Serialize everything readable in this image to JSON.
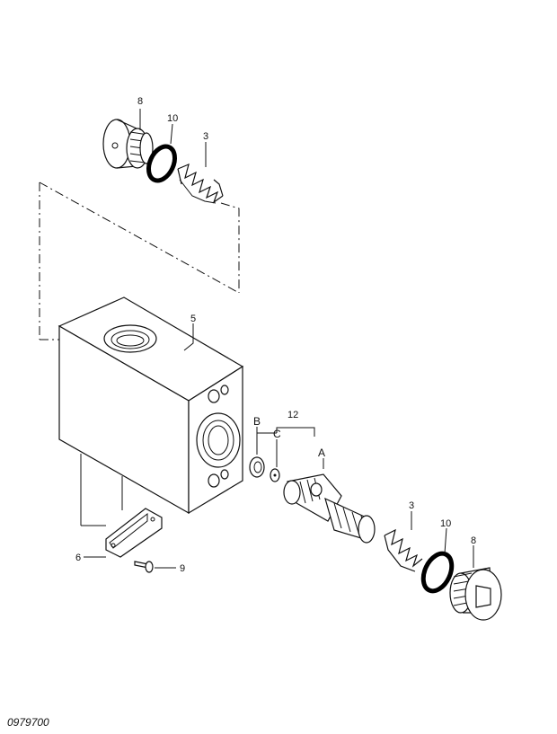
{
  "figure_id": "0979700",
  "part_labels": {
    "p8_top": "8",
    "p10_top": "10",
    "p3_top": "3",
    "p5": "5",
    "p12": "12",
    "pB": "B",
    "pC": "C",
    "pA": "A",
    "p3_bottom": "3",
    "p10_bottom": "10",
    "p8_bottom": "8",
    "p6": "6",
    "p9": "9"
  }
}
